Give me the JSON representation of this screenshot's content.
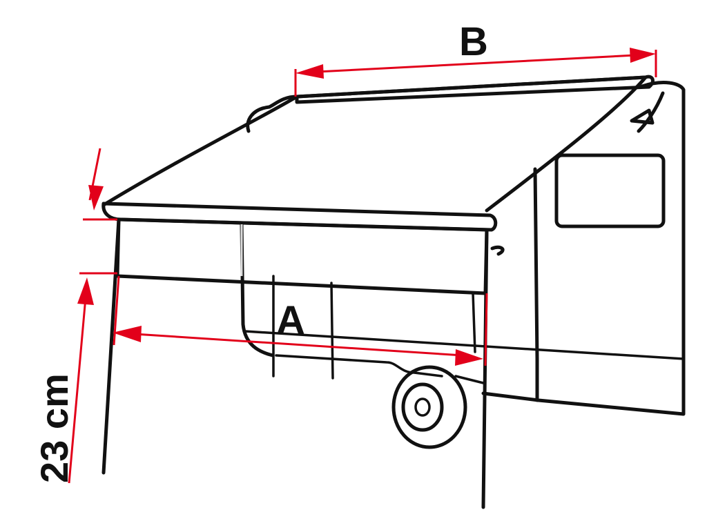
{
  "diagram": {
    "labels": {
      "width_a": "A",
      "width_b": "B",
      "height": "23 cm"
    },
    "colors": {
      "dimension": "#e2001a",
      "outline": "#111111",
      "fabric": "#f2f2f2"
    }
  }
}
